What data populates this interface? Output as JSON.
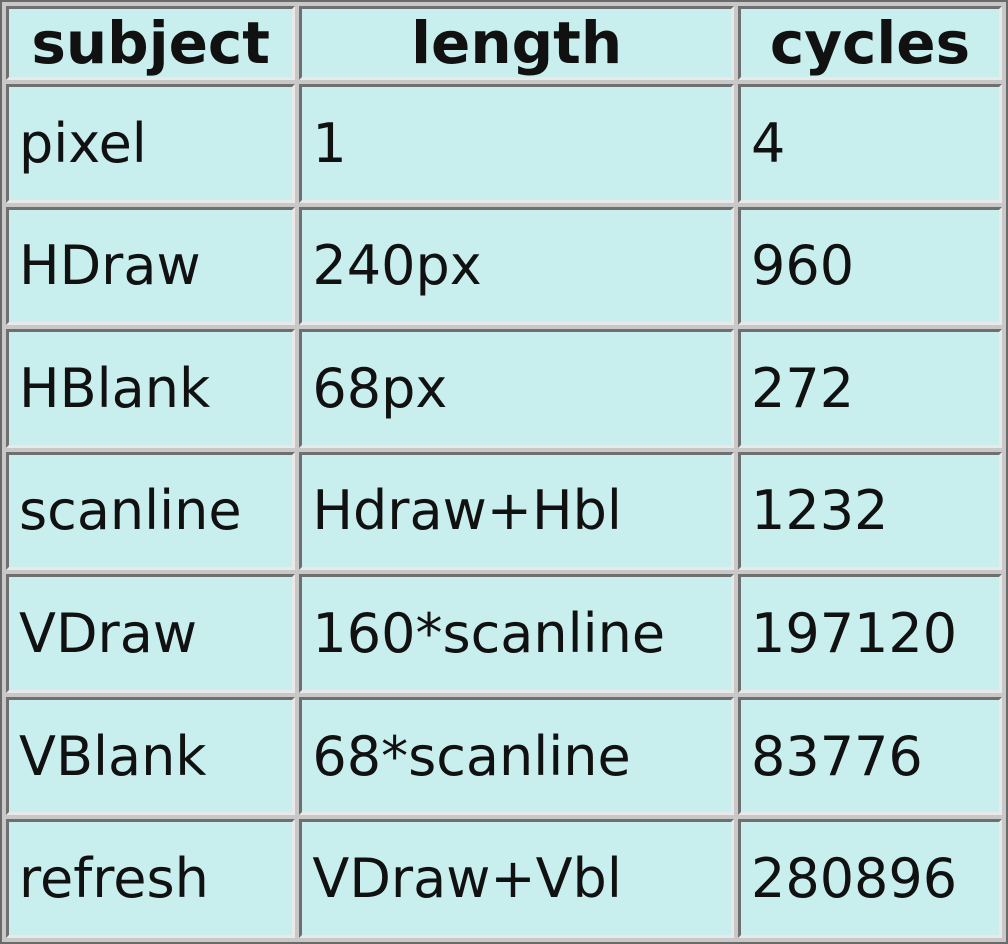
{
  "table": {
    "headers": [
      "subject",
      "length",
      "cycles"
    ],
    "rows": [
      [
        "pixel",
        "1",
        "4"
      ],
      [
        "HDraw",
        "240px",
        "960"
      ],
      [
        "HBlank",
        "68px",
        "272"
      ],
      [
        "scanline",
        "Hdraw+Hbl",
        "1232"
      ],
      [
        "VDraw",
        "160*scanline",
        "197120"
      ],
      [
        "VBlank",
        "68*scanline",
        "83776"
      ],
      [
        "refresh",
        "VDraw+Vbl",
        "280896"
      ]
    ]
  },
  "colors": {
    "cell_background": "#c8eeee",
    "grid": "#c8c8c8",
    "text": "#111111"
  }
}
